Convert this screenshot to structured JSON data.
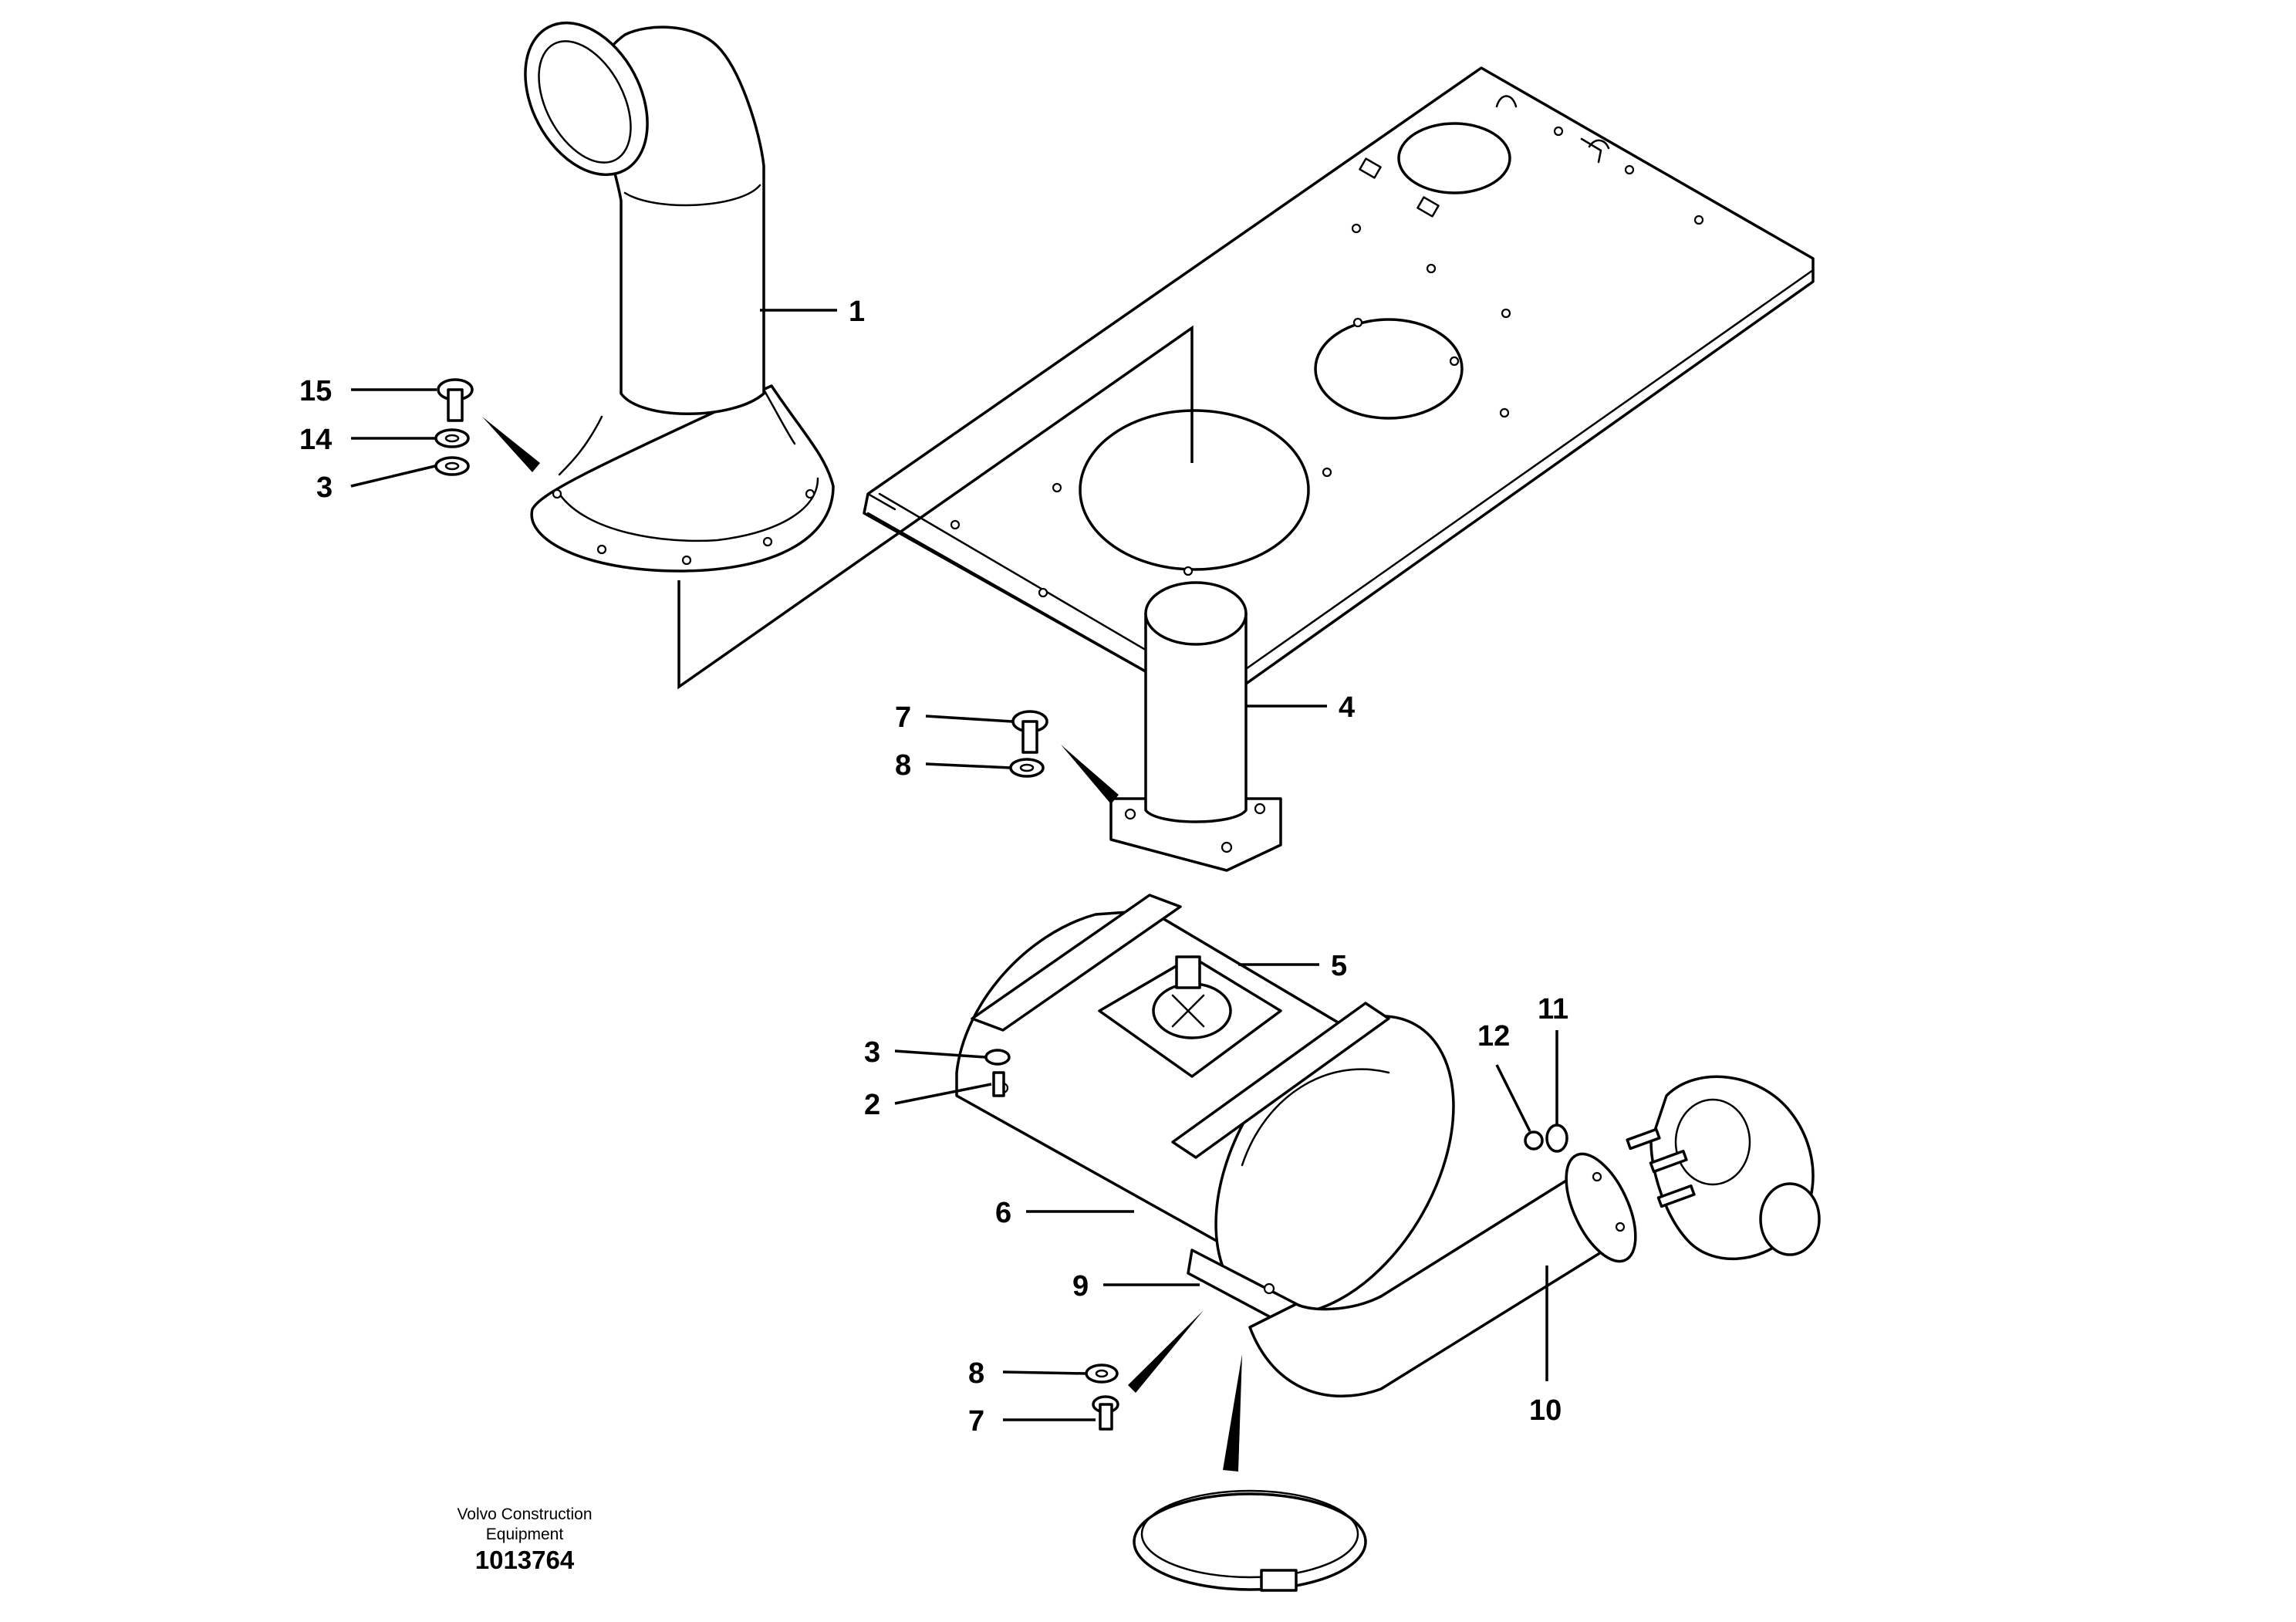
{
  "diagram": {
    "callouts": {
      "c1": "1",
      "c2": "2",
      "c3a": "3",
      "c3b": "3",
      "c4": "4",
      "c5": "5",
      "c6": "6",
      "c7a": "7",
      "c7b": "7",
      "c8a": "8",
      "c8b": "8",
      "c9": "9",
      "c10": "10",
      "c11": "11",
      "c12": "12",
      "c14": "14",
      "c15": "15"
    },
    "parts": [
      "exhaust-stack",
      "mounting-plate",
      "exhaust-pipe",
      "muffler",
      "intake-flange",
      "exhaust-bend-pipe",
      "turbocharger",
      "hose-clamp",
      "bolt",
      "washer",
      "nut"
    ]
  },
  "footer": {
    "company_line1": "Volvo Construction",
    "company_line2": "Equipment",
    "document_number": "1013764"
  }
}
